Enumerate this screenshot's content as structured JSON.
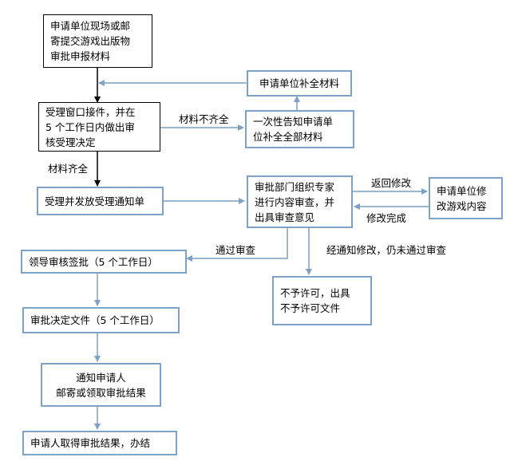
{
  "boxes": {
    "apply_materials": "申请单位现场或邮\n寄提交游戏出版物\n审批申报材料",
    "supplement_materials": "申请单位补全材料",
    "window_accept": "受理窗口接件，并在\n5 个工作日内做出审\n核受理决定",
    "notify_supplement": "一次性告知申请单\n位补全全部材料",
    "accept_notice": "受理并发放受理通知单",
    "expert_review": "审批部门组织专家\n进行内容审查，并\n出具审查意见",
    "modify_content": "申请单位修\n改游戏内容",
    "leader_approval": "领导审核签批（5 个工作日）",
    "no_permit": "不予许可，出具\n不予许可文件",
    "approval_doc": "审批决定文件（5 个工作日）",
    "notify_applicant": "通知申请人\n邮寄或领取审批结果",
    "obtain_result": "申请人取得审批结果，办结"
  },
  "labels": {
    "materials_incomplete": "材料不齐全",
    "materials_complete": "材料齐全",
    "return_modify": "返回修改",
    "modify_done": "修改完成",
    "passed_review": "通过审查",
    "failed_after_modify": "经通知修改，仍未通过审查"
  },
  "colors": {
    "arrow": "#7ea1c6",
    "black_line": "#000000"
  }
}
